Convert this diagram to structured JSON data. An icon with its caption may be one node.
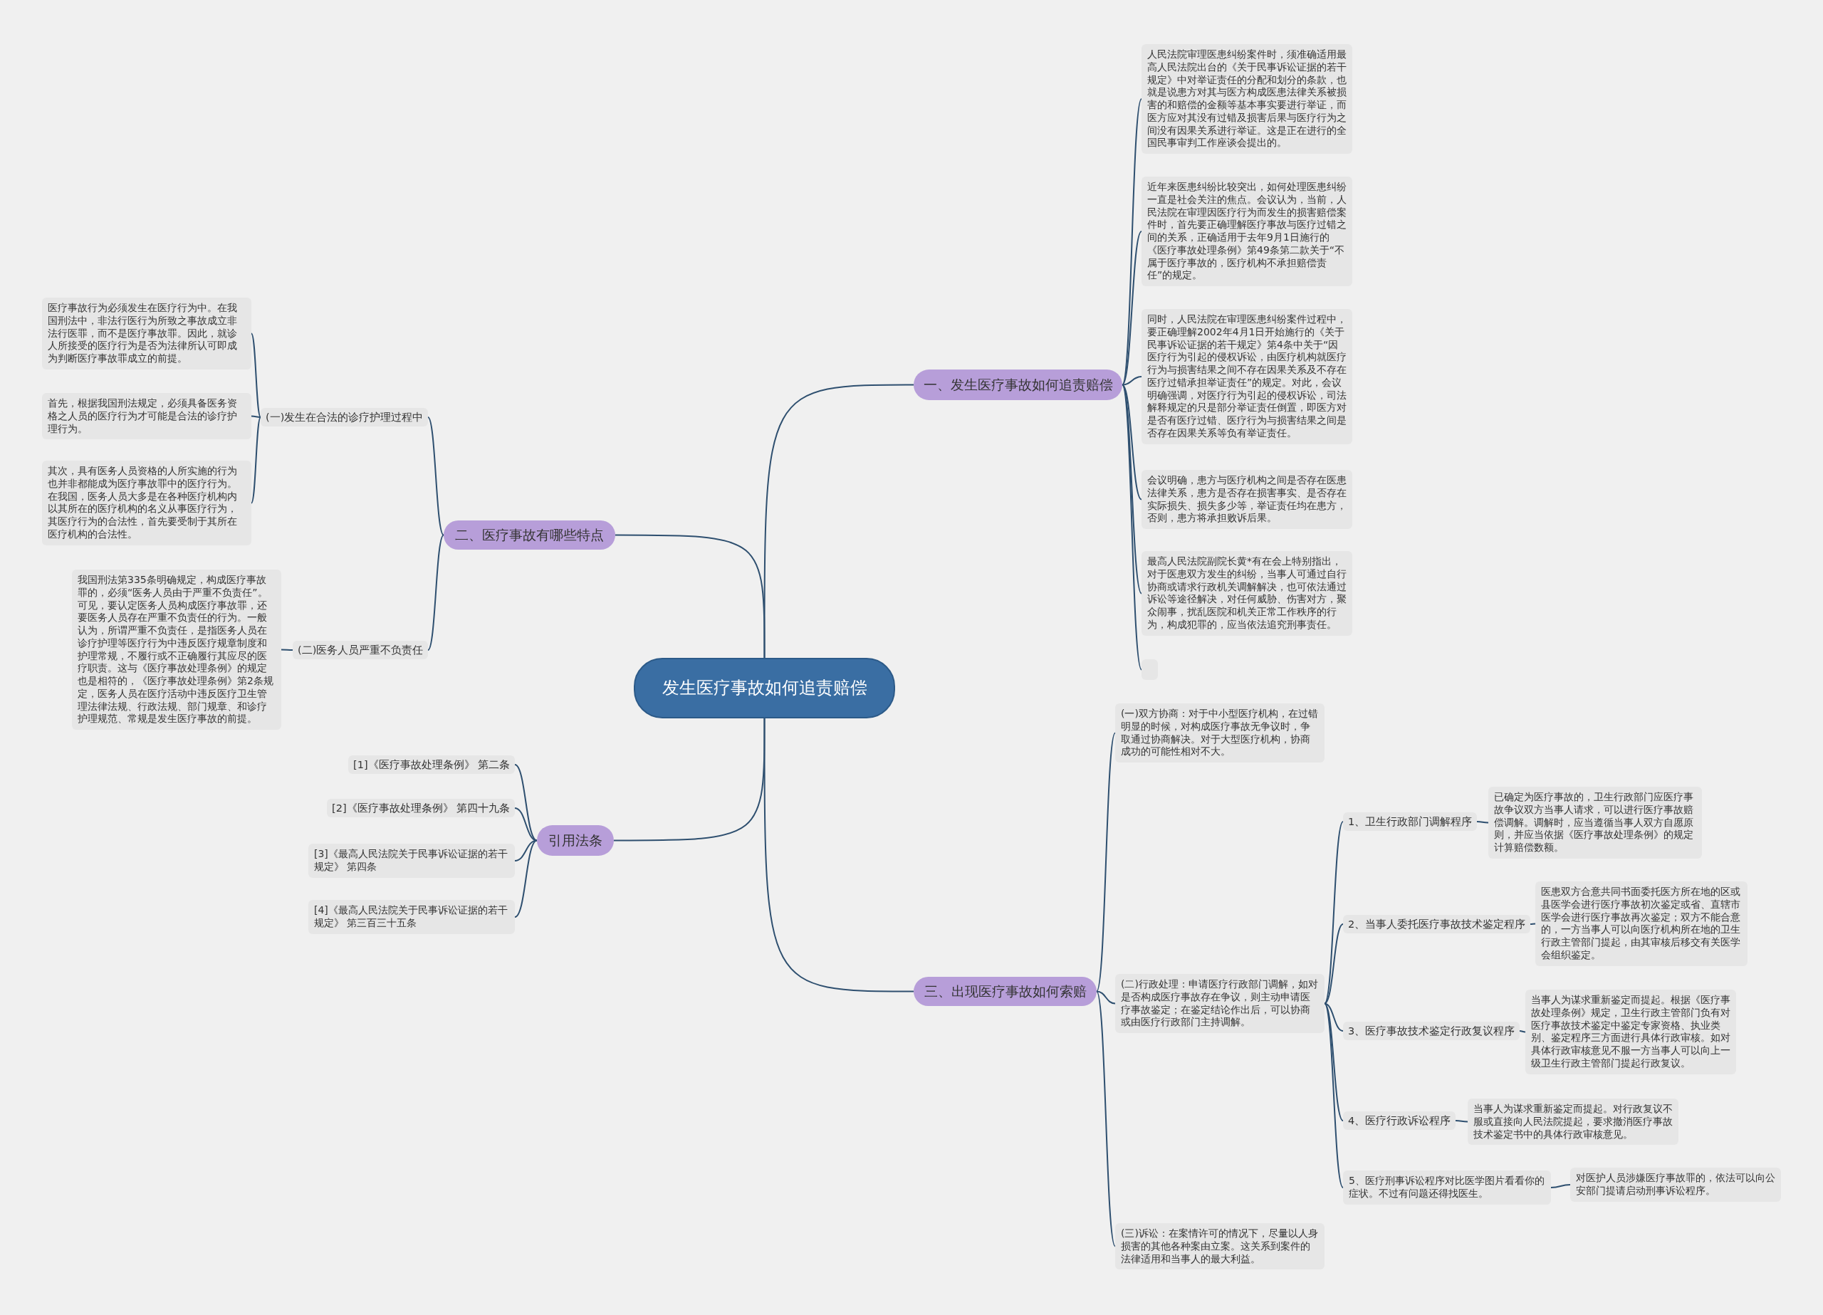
{
  "diagram": {
    "nodes": [
      {
        "text": [
          "发生医疗事故如何追责赔偿"
        ]
      },
      {
        "text": [
          "一、发生医疗事故如何追责赔偿"
        ]
      },
      {
        "text": [
          "人民法院审理医患纠纷案件时，须准确适用最高人民法院出台的《关于民事诉讼证据的若干规定》中对举证责任的分配和划分的条款，也就是说患方对其与医方构成医患法律关系被损害的和赔偿的金额等基本事实要进行举证，而医方应对其没有过错及损害后果与医疗行为之间没有因果关系进行举证。这是正在进行的全国民事审判工作座谈会提出的。"
        ]
      },
      {
        "text": [
          "近年来医患纠纷比较突出，如何处理医患纠纷一直是社会关注的焦点。会议认为，当前，人民法院在审理因医疗行为而发生的损害赔偿案件时，首先要正确理解医疗事故与医疗过错之间的关系，正确适用于去年9月1日施行的《医疗事故处理条例》第49条第二款关于“不属于医疗事故的，医疗机构不承担赔偿责任”的规定。"
        ]
      },
      {
        "text": [
          "同时，人民法院在审理医患纠纷案件过程中，要正确理解2002年4月1日开始施行的《关于民事诉讼证据的若干规定》第4条中关于“因医疗行为引起的侵权诉讼，由医疗机构就医疗行为与损害结果之间不存在因果关系及不存在医疗过错承担举证责任”的规定。对此，会议明确强调，对医疗行为引起的侵权诉讼，司法解释规定的只是部分举证责任倒置，即医方对是否有医疗过错、医疗行为与损害结果之间是否存在因果关系等负有举证责任。"
        ]
      },
      {
        "text": [
          "会议明确，患方与医疗机构之间是否存在医患法律关系，患方是否存在损害事实、是否存在实际损失、损失多少等，举证责任均在患方，否则，患方将承担败诉后果。"
        ]
      },
      {
        "text": [
          "最高人民法院副院长黄*有在会上特别指出，对于医患双方发生的纠纷，当事人可通过自行协商或请求行政机关调解解决，也可依法通过诉讼等途径解决，对任何威胁、伤害对方，聚众闹事，扰乱医院和机关正常工作秩序的行为，构成犯罪的，应当依法追究刑事责任。"
        ]
      },
      {
        "text": [],
        "shape": "box"
      },
      {
        "text": [
          "二、医疗事故有哪些特点"
        ]
      },
      {
        "text": [
          "(一)发生在合法的诊疗护理过程中"
        ]
      },
      {
        "text": [
          "医疗事故行为必须发生在医疗行为中。在我国刑法中，非法行医行为所致之事故成立非法行医罪，而不是医疗事故罪。因此，就诊人所接受的医疗行为是否为法律所认可即成为判断医疗事故罪成立的前提。"
        ]
      },
      {
        "text": [
          "首先，根据我国刑法规定，必须具备医务资格之人员的医疗行为才可能是合法的诊疗护理行为。"
        ]
      },
      {
        "text": [
          "其次，具有医务人员资格的人所实施的行为也并非都能成为医疗事故罪中的医疗行为。在我国，医务人员大多是在各种医疗机构内以其所在的医疗机构的名义从事医疗行为，其医疗行为的合法性，首先要受制于其所在医疗机构的合法性。"
        ]
      },
      {
        "text": [
          "(二)医务人员严重不负责任"
        ]
      },
      {
        "text": [
          "我国刑法第335条明确规定，构成医疗事故罪的，必须“医务人员由于严重不负责任”。可见，要认定医务人员构成医疗事故罪，还要医务人员存在严重不负责任的行为。一般认为，所谓严重不负责任，是指医务人员在诊疗护理等医疗行为中违反医疗规章制度和护理常规，不履行或不正确履行其应尽的医疗职责。这与《医疗事故处理条例》的规定也是相符的，《医疗事故处理条例》第2条规定，医务人员在医疗活动中违反医疗卫生管理法律法规、行政法规、部门规章、和诊疗护理规范、常规是发生医疗事故的前提。"
        ]
      },
      {
        "text": [
          "引用法条"
        ]
      },
      {
        "text": [
          "[1]《医疗事故处理条例》 第二条"
        ]
      },
      {
        "text": [
          "[2]《医疗事故处理条例》 第四十九条"
        ]
      },
      {
        "text": [
          "[3]《最高人民法院关于民事诉讼证据的若干规定》 第四条"
        ]
      },
      {
        "text": [
          "[4]《最高人民法院关于民事诉讼证据的若干规定》 第三百三十五条"
        ]
      },
      {
        "text": [
          "三、出现医疗事故如何索赔"
        ]
      },
      {
        "text": [
          "(一)双方协商：对于中小型医疗机构，在过错明显的时候，对构成医疗事故无争议时，争取通过协商解决。对于大型医疗机构，协商成功的可能性相对不大。"
        ]
      },
      {
        "text": [
          "(二)行政处理：申请医疗行政部门调解，如对是否构成医疗事故存在争议，则主动申请医疗事故鉴定；在鉴定结论作出后，可以协商或由医疗行政部门主持调解。"
        ]
      },
      {
        "text": [
          "1、卫生行政部门调解程序"
        ]
      },
      {
        "text": [
          "2、当事人委托医疗事故技术鉴定程序"
        ]
      },
      {
        "text": [
          "3、医疗事故技术鉴定行政复议程序"
        ]
      },
      {
        "text": [
          "4、医疗行政诉讼程序"
        ]
      },
      {
        "text": [
          "5、医疗刑事诉讼程序对比医学图片看看你的症状。不过有问题还得找医生。"
        ]
      },
      {
        "text": [
          "已确定为医疗事故的，卫生行政部门应医疗事故争议双方当事人请求，可以进行医疗事故赔偿调解。调解时，应当遵循当事人双方自愿原则，并应当依据《医疗事故处理条例》的规定计算赔偿数额。"
        ]
      },
      {
        "text": [
          "医患双方合意共同书面委托医方所在地的区或县医学会进行医疗事故初次鉴定或省、直辖市医学会进行医疗事故再次鉴定；双方不能合意的，一方当事人可以向医疗机构所在地的卫生行政主管部门提起，由其审核后移交有关医学会组织鉴定。"
        ]
      },
      {
        "text": [
          "当事人为谋求重新鉴定而提起。根据《医疗事故处理条例》规定，卫生行政主管部门负有对医疗事故技术鉴定中鉴定专家资格、执业类别、鉴定程序三方面进行具体行政审核。如对具体行政审核意见不服一方当事人可以向上一级卫生行政主管部门提起行政复议。"
        ]
      },
      {
        "text": [
          "当事人为谋求重新鉴定而提起。对行政复议不服或直接向人民法院提起，要求撤消医疗事故技术鉴定书中的具体行政审核意见。"
        ]
      },
      {
        "text": [
          "对医护人员涉嫌医疗事故罪的，依法可以向公安部门提请启动刑事诉讼程序。"
        ]
      },
      {
        "text": [
          "(三)诉讼：在案情许可的情况下，尽量以人身损害的其他各种案由立案。这关系到案件的法律适用和当事人的最大利益。"
        ]
      }
    ],
    "edges": [
      {
        "from": 0,
        "to": 1,
        "arrow": "none"
      },
      {
        "from": 0,
        "to": 8,
        "arrow": "none"
      },
      {
        "from": 0,
        "to": 15,
        "arrow": "none"
      },
      {
        "from": 0,
        "to": 20,
        "arrow": "none"
      },
      {
        "from": 1,
        "to": 2,
        "arrow": "none"
      },
      {
        "from": 1,
        "to": 3,
        "arrow": "none"
      },
      {
        "from": 1,
        "to": 4,
        "arrow": "none"
      },
      {
        "from": 1,
        "to": 5,
        "arrow": "none"
      },
      {
        "from": 1,
        "to": 6,
        "arrow": "none"
      },
      {
        "from": 1,
        "to": 7,
        "arrow": "none"
      },
      {
        "from": 8,
        "to": 9,
        "arrow": "none"
      },
      {
        "from": 8,
        "to": 13,
        "arrow": "none"
      },
      {
        "from": 9,
        "to": 10,
        "arrow": "none"
      },
      {
        "from": 9,
        "to": 11,
        "arrow": "none"
      },
      {
        "from": 9,
        "to": 12,
        "arrow": "none"
      },
      {
        "from": 13,
        "to": 14,
        "arrow": "none"
      },
      {
        "from": 15,
        "to": 16,
        "arrow": "none"
      },
      {
        "from": 15,
        "to": 17,
        "arrow": "none"
      },
      {
        "from": 15,
        "to": 18,
        "arrow": "none"
      },
      {
        "from": 15,
        "to": 19,
        "arrow": "none"
      },
      {
        "from": 20,
        "to": 21,
        "arrow": "none"
      },
      {
        "from": 20,
        "to": 22,
        "arrow": "none"
      },
      {
        "from": 20,
        "to": 33,
        "arrow": "none"
      },
      {
        "from": 22,
        "to": 23,
        "arrow": "none"
      },
      {
        "from": 22,
        "to": 24,
        "arrow": "none"
      },
      {
        "from": 22,
        "to": 25,
        "arrow": "none"
      },
      {
        "from": 22,
        "to": 26,
        "arrow": "none"
      },
      {
        "from": 22,
        "to": 27,
        "arrow": "none"
      },
      {
        "from": 23,
        "to": 28,
        "arrow": "none"
      },
      {
        "from": 24,
        "to": 29,
        "arrow": "none"
      },
      {
        "from": 25,
        "to": 30,
        "arrow": "none"
      },
      {
        "from": 26,
        "to": 31,
        "arrow": "none"
      },
      {
        "from": 27,
        "to": 32,
        "arrow": "none"
      }
    ]
  }
}
